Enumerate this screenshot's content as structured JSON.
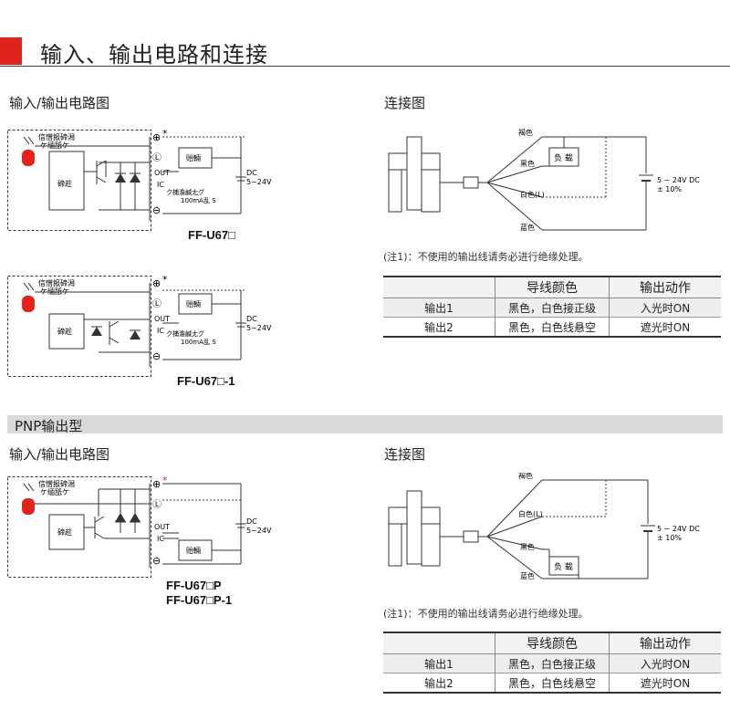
{
  "header": {
    "title": "输入、输出电路和连接"
  },
  "npn": {
    "circuit_title": "输入/输出电路图",
    "connect_title": "连接图",
    "label_1": "FF-U67□",
    "label_2": "FF-U67□-1",
    "note": "(注1)：不使用的输出线请务必进行绝缘处理。",
    "table": {
      "headers": [
        "导线颜色",
        "输出动作"
      ],
      "rows": [
        {
          "name": "输出1",
          "color": "黑色，白色接正级",
          "action": "入光时ON"
        },
        {
          "name": "输出2",
          "color": "黑色，白色线悬空",
          "action": "遮光时ON"
        }
      ]
    }
  },
  "pnp": {
    "band_title": "PNP输出型",
    "circuit_title": "输入/输出电路图",
    "connect_title": "连接图",
    "label_1": "FF-U67□P",
    "label_2": "FF-U67□P-1",
    "note": "(注1)：不使用的输出线请务必进行绝缘处理。",
    "table": {
      "headers": [
        "导线颜色",
        "输出动作"
      ],
      "rows": [
        {
          "name": "输出1",
          "color": "黑色，白色接正级",
          "action": "入光时ON"
        },
        {
          "name": "输出2",
          "color": "黑色，白色线悬空",
          "action": "遮光时ON"
        }
      ]
    }
  },
  "circuit_text": {
    "indicator": "信憎报碲潟",
    "indicator2": "ケ缅舐ケ",
    "main": "碲趁",
    "load": "贻輛",
    "out": "OUT",
    "ic": "IC",
    "note1": "ク捕澹鹹尢グ",
    "note2": "100mA乱 S",
    "dc": "DC",
    "volt": "5~24V",
    "plus": "⊕",
    "star": "*",
    "l": "Ⓛ",
    "minus": "⊖"
  },
  "wiring_text": {
    "brown": "褐色",
    "black": "黑色",
    "white": "白色(L)",
    "blue": "蓝色",
    "load": "负 载",
    "supply": "5 ~ 24V DC",
    "tol": "± 10%"
  },
  "colors": {
    "accent": "#e0241b",
    "band": "#d9d9d9"
  }
}
